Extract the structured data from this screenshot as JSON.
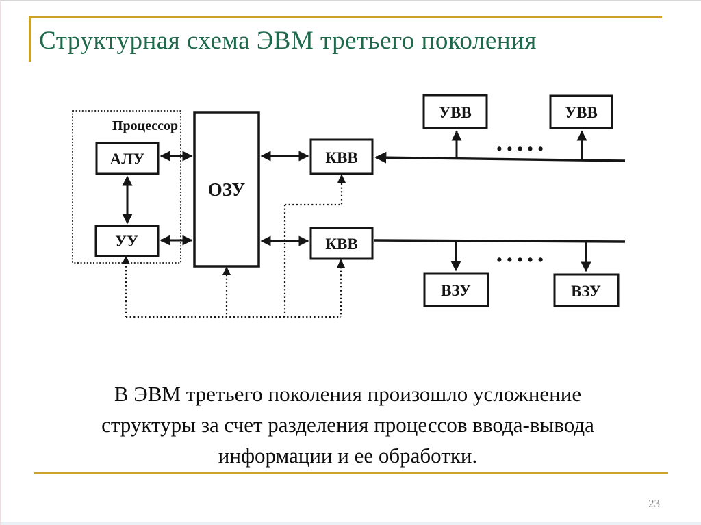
{
  "slide": {
    "title": "Структурная схема ЭВМ третьего поколения",
    "page_number": "23",
    "body_text": {
      "line1": "В ЭВМ третьего поколения произошло усложнение",
      "line2": "структуры за счет разделения процессов ввода-вывода",
      "line3": "информации и ее обработки."
    },
    "colors": {
      "title_green": "#1e694b",
      "accent_gold": "#cda22b",
      "ink": "#151515",
      "page_gray": "#868686"
    }
  },
  "diagram": {
    "processor_group_label": "Процессор",
    "blocks": {
      "alu": {
        "label": "АЛУ"
      },
      "uu": {
        "label": "УУ"
      },
      "ozu": {
        "label": "ОЗУ"
      },
      "kvv_top": {
        "label": "КВВ"
      },
      "kvv_bottom": {
        "label": "КВВ"
      },
      "uvv_left": {
        "label": "УВВ"
      },
      "uvv_right": {
        "label": "УВВ"
      },
      "vzu_left": {
        "label": "ВЗУ"
      },
      "vzu_right": {
        "label": "ВЗУ"
      }
    },
    "ellipsis_top": "•••••",
    "ellipsis_bottom": "•••••"
  }
}
